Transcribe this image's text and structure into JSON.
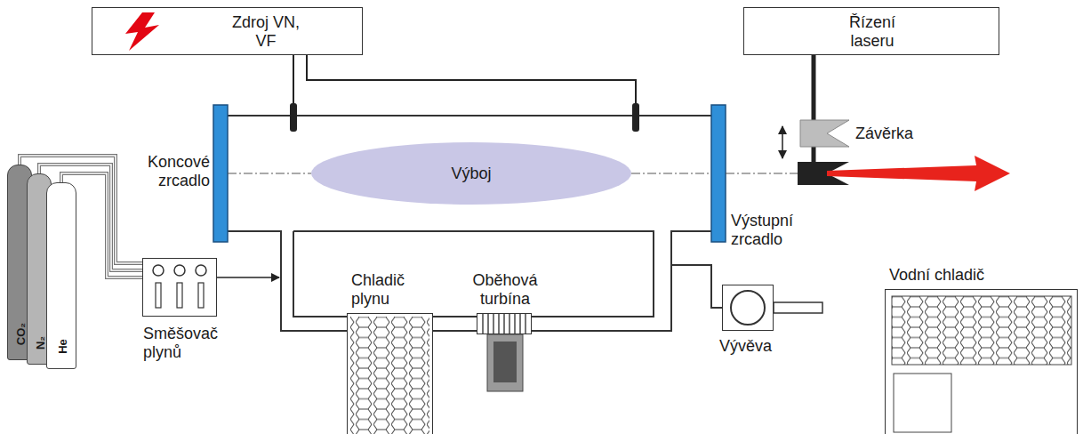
{
  "diagram": {
    "nodes": [
      {
        "text": [
          "Zdroj VN, VF"
        ]
      },
      {
        "text": [
          "Řízení laseru"
        ]
      },
      {
        "text": [
          "Výboj"
        ]
      },
      {
        "text": [
          "CO₂"
        ]
      },
      {
        "text": [
          "N₂"
        ]
      },
      {
        "text": [
          "He"
        ]
      },
      {
        "text": [
          "Směšovač plynů"
        ]
      },
      {
        "text": [
          "Chladič plynu"
        ]
      },
      {
        "text": [
          "Oběhová turbína"
        ]
      },
      {
        "text": [
          "Vývěva"
        ]
      },
      {
        "text": [
          "Vodní chladič"
        ]
      }
    ],
    "edges": [
      {
        "from": 3,
        "to": 6,
        "arrow": "none"
      },
      {
        "from": 4,
        "to": 6,
        "arrow": "none"
      },
      {
        "from": 5,
        "to": 6,
        "arrow": "none"
      },
      {
        "from": 7,
        "to": 8,
        "arrow": "none"
      }
    ],
    "labels": [
      "Závěrka",
      "Koncové zrcadlo",
      "Výstupní zrcadlo"
    ]
  }
}
